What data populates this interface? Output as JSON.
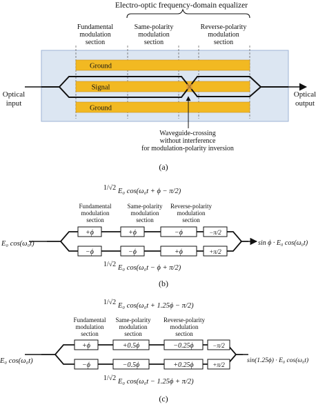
{
  "panel_a": {
    "title": "Electro-optic frequency-domain equalizer",
    "sections": [
      [
        "Fundamental",
        "modulation",
        "section"
      ],
      [
        "Same-polarity",
        "modulation",
        "section"
      ],
      [
        "Reverse-polarity",
        "modulation",
        "section"
      ]
    ],
    "ground_top": "Ground",
    "signal": "Signal",
    "ground_bottom": "Ground",
    "input": [
      "Optical",
      "input"
    ],
    "output": [
      "Optical",
      "output"
    ],
    "crossing_note": [
      "Waveguide-crossing",
      "without interference",
      "for modulation-polarity inversion"
    ],
    "caption": "(a)"
  },
  "panel_b": {
    "top_formula": "E₀ cos(ω₀t + ϕ − π/2)",
    "bottom_formula": "E₀ cos(ω₀t − ϕ + π/2)",
    "coef": "1/√2",
    "sections": [
      [
        "Fundamental",
        "modulation",
        "section"
      ],
      [
        "Same-polarity",
        "modulation",
        "section"
      ],
      [
        "Reverse-polarity",
        "modulation",
        "section"
      ]
    ],
    "top_boxes": [
      "+ϕ",
      "+ϕ",
      "−ϕ",
      "−π/2"
    ],
    "bottom_boxes": [
      "−ϕ",
      "−ϕ",
      "+ϕ",
      "+π/2"
    ],
    "input": "E₀ cos(ω₀t)",
    "output": "sin ϕ · E₀ cos(ω₀t)",
    "caption": "(b)"
  },
  "panel_c": {
    "top_formula": "E₀ cos(ω₀t + 1.25ϕ − π/2)",
    "bottom_formula": "E₀ cos(ω₀t − 1.25ϕ + π/2)",
    "coef": "1/√2",
    "sections": [
      [
        "Fundamental",
        "modulation",
        "section"
      ],
      [
        "Same-polarity",
        "modulation",
        "section"
      ],
      [
        "Reverse-polarity",
        "modulation",
        "section"
      ]
    ],
    "top_boxes": [
      "+ϕ",
      "+0.5ϕ",
      "−0.25ϕ",
      "−π/2"
    ],
    "bottom_boxes": [
      "−ϕ",
      "−0.5ϕ",
      "+0.25ϕ",
      "+π/2"
    ],
    "input": "E₀ cos(ω₀t)",
    "output": "sin(1.25ϕ) · E₀ cos(ω₀t)",
    "caption": "(c)"
  },
  "colors": {
    "chip_fill": "#dce6f2",
    "chip_border": "#9db3d4",
    "electrode": "#f2b922",
    "crossing": "#e8a23a",
    "line": "#111111"
  }
}
